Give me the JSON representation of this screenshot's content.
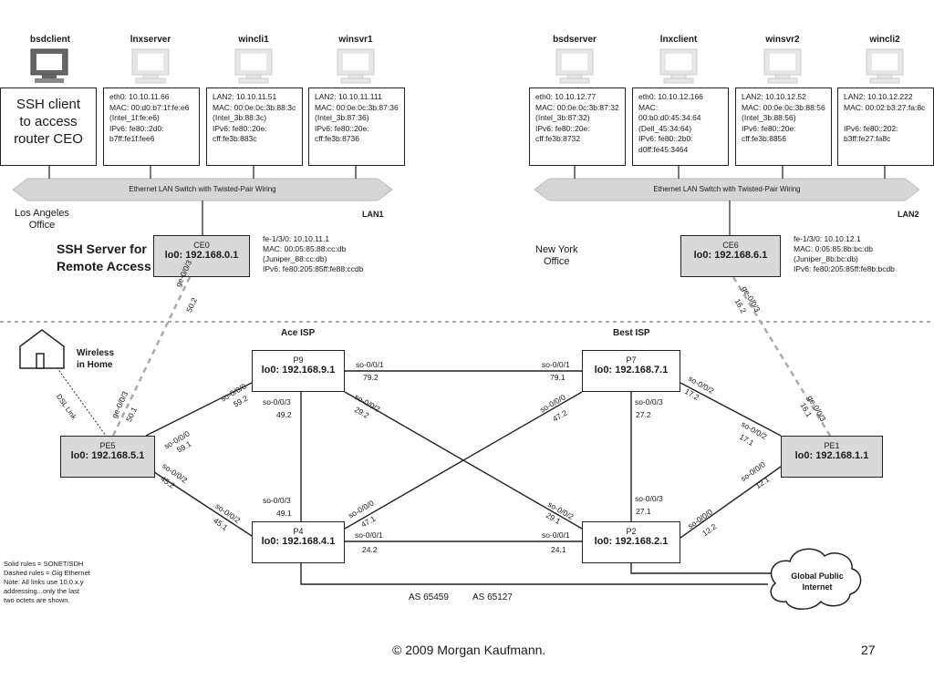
{
  "left_hosts": [
    {
      "name": "bsdclient",
      "box": "SSH client\nto access\nrouter CEO"
    },
    {
      "name": "lnxserver",
      "box": "eth0: 10.10.11.66\nMAC: 00:d0:b7:1f:fe:e6\n(Intel_1f:fe:e6)\nIPv6: fe80::2d0:\nb7ff:fe1f:fee6"
    },
    {
      "name": "wincli1",
      "box": "LAN2: 10.10.11.51\nMAC: 00:0e:0c:3b:88:3c\n(Intel_3b:88:3c)\nIPv6: fe80::20e:\ncff:fe3b:883c"
    },
    {
      "name": "winsvr1",
      "box": "LAN2: 10.10.11.111\nMAC: 00:0e:0c:3b:87:36\n(Intel_3b:87:36)\nIPv6: fe80::20e:\ncff:fe3b:8736"
    }
  ],
  "right_hosts": [
    {
      "name": "bsdserver",
      "box": "eth0: 10.10.12.77\nMAC: 00:0e:0c:3b:87:32\n(Intel_3b:87:32)\nIPv6: fe80::20e:\ncff:fe3b:8732"
    },
    {
      "name": "lnxclient",
      "box": "eth0: 10.10.12.166\nMAC: 00:b0:d0:45:34:64\n(Dell_45:34:64)\nIPv6: fe80::2b0:\nd0ff:fe45:3464"
    },
    {
      "name": "winsvr2",
      "box": "LAN2: 10.10.12.52\nMAC: 00:0e:0c:3b:88:56\n(Intel_3b:88:56)\nIPv6: fe80::20e:\ncff:fe3b:8856"
    },
    {
      "name": "wincli2",
      "box": "LAN2: 10.10.12.222\nMAC: 00:02:b3:27:fa:8c\n\nIPv6: fe80::202:\nb3ff:fe27:fa8c"
    }
  ],
  "switch_label": "Ethernet LAN Switch with Twisted-Pair Wiring",
  "lan1": "LAN1",
  "lan2": "LAN2",
  "la_office": "Los Angeles\nOffice",
  "ny_office": "New York\nOffice",
  "ssh_server": "SSH Server for\nRemote Access",
  "ce0": {
    "name": "CE0",
    "lo": "lo0: 192.168.0.1",
    "info": "fe-1/3/0: 10.10.11.1\nMAC: 00:05:85:88:cc:db\n(Juniper_88:cc:db)\nIPv6: fe80:205:85ff:fe88:ccdb"
  },
  "ce6": {
    "name": "CE6",
    "lo": "lo0: 192.168.6.1",
    "info": "fe-1/3/0: 10.10.12.1\nMAC: 0:05:85:8b:bc:db\n(Juniper_8b:bc:db)\nIPv6: fe80:205:85ff:fe8b:bcdb"
  },
  "ace_isp": "Ace ISP",
  "best_isp": "Best ISP",
  "wireless": "Wireless\nin Home",
  "dsl_link": "DSL Link",
  "routers": {
    "p9": {
      "name": "P9",
      "lo": "lo0: 192.168.9.1"
    },
    "p7": {
      "name": "P7",
      "lo": "lo0: 192.168.7.1"
    },
    "pe5": {
      "name": "PE5",
      "lo": "lo0: 192.168.5.1"
    },
    "pe1": {
      "name": "PE1",
      "lo": "lo0: 192.168.1.1"
    },
    "p4": {
      "name": "P4",
      "lo": "lo0: 192.168.4.1"
    },
    "p2": {
      "name": "P2",
      "lo": "lo0: 192.168.2.1"
    }
  },
  "ifaces": {
    "ce0_ge": "ge-0/0/3",
    "ce0_ge_ip": "50.2",
    "ce6_ge": "ge-0/0/3",
    "ce6_ge_ip": "16.2",
    "pe5_ge": "ge-0/0/3",
    "pe5_ge_ip": "50.1",
    "pe1_ge": "ge-0/0/3",
    "pe1_ge_ip": "16.1",
    "p9_so000": "so-0/0/0",
    "p9_so000_ip": "59.2",
    "p9_so001": "so-0/0/1",
    "p9_so001_ip": "79.2",
    "p9_so003": "so-0/0/3",
    "p9_so003_ip": "49.2",
    "p9_so002": "so-0/0/2",
    "p9_so002_ip": "29.2",
    "p7_so001": "so-0/0/1",
    "p7_so001_ip": "79.1",
    "p7_so000": "so-0/0/0",
    "p7_so000_ip": "47.2",
    "p7_so003": "so-0/0/3",
    "p7_so003_ip": "27.2",
    "p7_so002": "so-0/0/2",
    "p7_so002_ip": "17.2",
    "pe5_so000": "so-0/0/0",
    "pe5_so000_ip": "59.1",
    "pe5_so002": "so-0/0/2",
    "pe5_so002_ip": "45.2",
    "pe1_so002": "so-0/0/2",
    "pe1_so002_ip": "17.1",
    "pe1_so000": "so-0/0/0",
    "pe1_so000_ip": "12.1",
    "p4_so003": "so-0/0/3",
    "p4_so003_ip": "49.1",
    "p4_so000": "so-0/0/0",
    "p4_so000_ip": "47.1",
    "p4_so002": "so-0/0/2",
    "p4_so002_ip": "45.1",
    "p4_so001": "so-0/0/1",
    "p4_so001_ip": "24.2",
    "p2_so002": "so-0/0/2",
    "p2_so002_ip": "29.1",
    "p2_so003": "so-0/0/3",
    "p2_so003_ip": "27.1",
    "p2_so001": "so-0/0/1",
    "p2_so001_ip": "24.1",
    "p2_so000": "so-0/0/0",
    "p2_so000_ip": "12.2"
  },
  "as_left": "AS 65459",
  "as_right": "AS 65127",
  "internet": "Global Public\nInternet",
  "legend": "Solid rules = SONET/SDH\nDashed rules = Gig Ethernet\nNote: All links use 10.0.x.y\naddressing...only the last\ntwo octets are shown.",
  "copyright": "© 2009 Morgan Kaufmann.",
  "page_number": "27"
}
